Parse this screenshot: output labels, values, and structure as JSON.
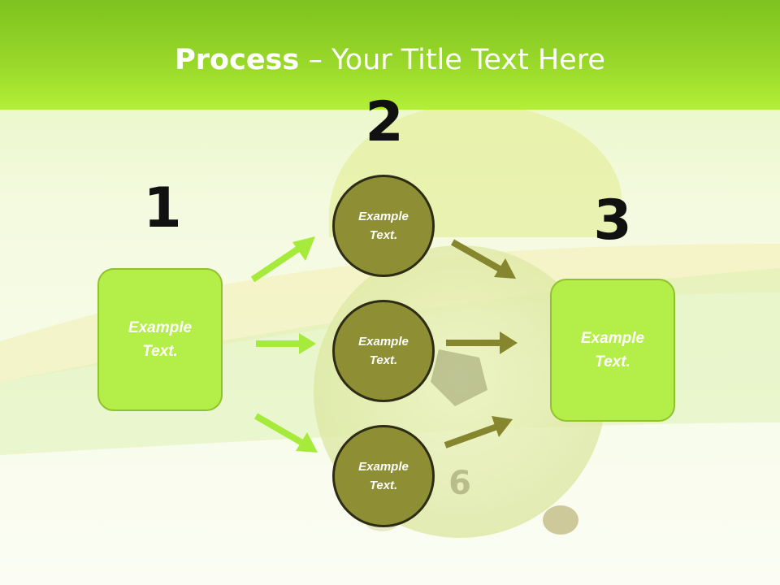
{
  "title": {
    "bold": "Process",
    "rest": " – Your Title Text Here"
  },
  "steps": {
    "one": "1",
    "two": "2",
    "three": "3"
  },
  "boxes": {
    "left": "Example Text.",
    "right": "Example Text."
  },
  "circles": [
    "Example Text.",
    "Example Text.",
    "Example Text."
  ],
  "colors": {
    "header": "#9ad92a",
    "box": "#b4ee48",
    "circle": "#8e8f34",
    "arrow_light": "#a6ea3c",
    "arrow_dark": "#85862e"
  }
}
